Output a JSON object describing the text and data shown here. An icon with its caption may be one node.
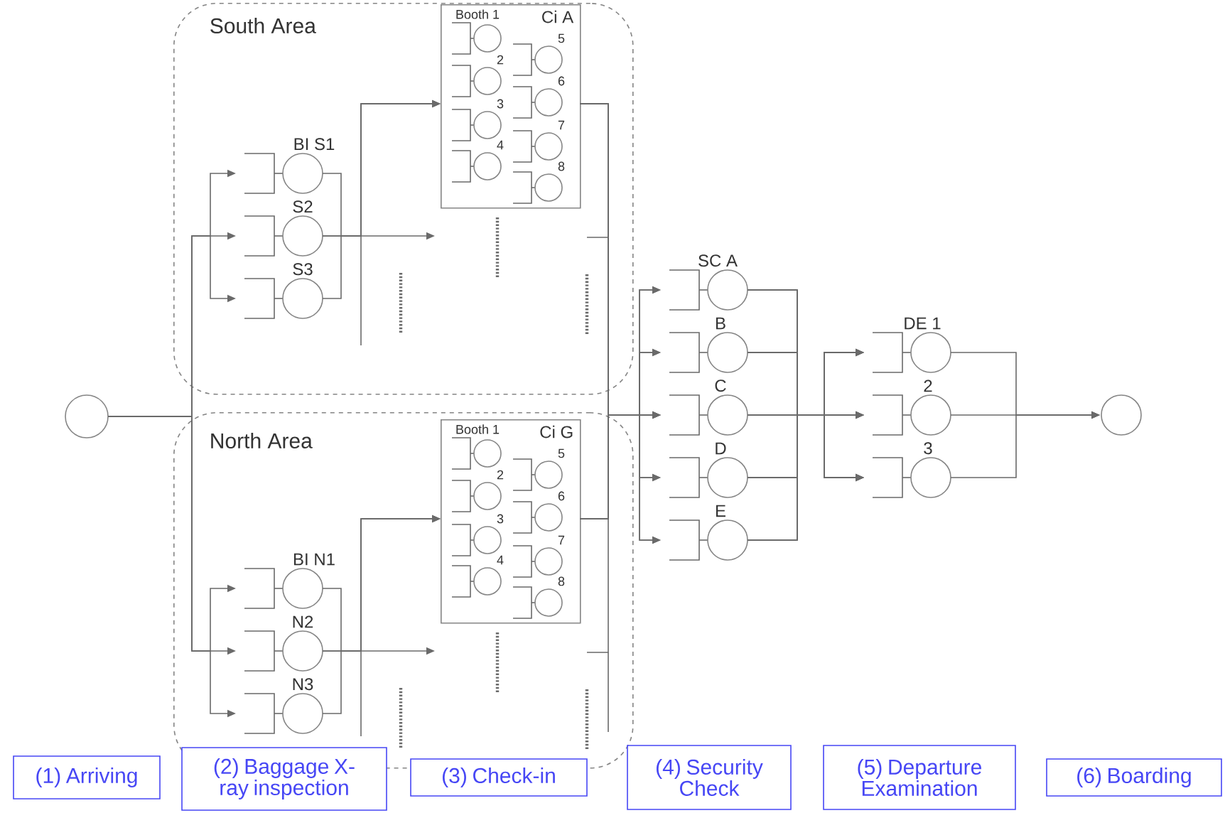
{
  "diagram": {
    "nodes": [
      {
        "text": [],
        "shape": "circle"
      },
      {
        "text": [
          "South Area"
        ]
      },
      {
        "text": [
          "BI S1"
        ],
        "in": 1
      },
      {
        "text": [
          "S2"
        ],
        "in": 1
      },
      {
        "text": [
          "S3"
        ],
        "in": 1
      },
      {
        "text": [
          "Ci A"
        ],
        "in": 1
      },
      {
        "text": [
          "Booth 1"
        ],
        "in": 5
      },
      {
        "text": [
          "2"
        ],
        "in": 5
      },
      {
        "text": [
          "3"
        ],
        "in": 5
      },
      {
        "text": [
          "4"
        ],
        "in": 5
      },
      {
        "text": [
          "5"
        ],
        "in": 5
      },
      {
        "text": [
          "6"
        ],
        "in": 5
      },
      {
        "text": [
          "7"
        ],
        "in": 5
      },
      {
        "text": [
          "8"
        ],
        "in": 5
      },
      {
        "text": [
          "North Area"
        ]
      },
      {
        "text": [
          "BI N1"
        ],
        "in": 14
      },
      {
        "text": [
          "N2"
        ],
        "in": 14
      },
      {
        "text": [
          "N3"
        ],
        "in": 14
      },
      {
        "text": [
          "Ci G"
        ],
        "in": 14
      },
      {
        "text": [
          "Booth 1"
        ],
        "in": 18
      },
      {
        "text": [
          "2"
        ],
        "in": 18
      },
      {
        "text": [
          "3"
        ],
        "in": 18
      },
      {
        "text": [
          "4"
        ],
        "in": 18
      },
      {
        "text": [
          "5"
        ],
        "in": 18
      },
      {
        "text": [
          "6"
        ],
        "in": 18
      },
      {
        "text": [
          "7"
        ],
        "in": 18
      },
      {
        "text": [
          "8"
        ],
        "in": 18
      },
      {
        "text": [
          "SC A"
        ]
      },
      {
        "text": [
          "B"
        ]
      },
      {
        "text": [
          "C"
        ]
      },
      {
        "text": [
          "D"
        ]
      },
      {
        "text": [
          "E"
        ]
      },
      {
        "text": [
          "DE 1"
        ]
      },
      {
        "text": [
          "2"
        ]
      },
      {
        "text": [
          "3"
        ]
      },
      {
        "text": [],
        "shape": "circle"
      },
      {
        "text": [
          "(1) Arriving"
        ]
      },
      {
        "text": [
          "(2) Baggage X-ray inspection"
        ]
      },
      {
        "text": [
          "(3) Check-in"
        ]
      },
      {
        "text": [
          "(4) Security Check"
        ]
      },
      {
        "text": [
          "(5) Departure Examination"
        ]
      },
      {
        "text": [
          "(6) Boarding"
        ]
      }
    ],
    "edges": [
      {
        "from": 0,
        "to": 2,
        "arrow": "to"
      },
      {
        "from": 0,
        "to": 3,
        "arrow": "to"
      },
      {
        "from": 0,
        "to": 4,
        "arrow": "to"
      },
      {
        "from": 0,
        "to": 15,
        "arrow": "to"
      },
      {
        "from": 0,
        "to": 16,
        "arrow": "to"
      },
      {
        "from": 0,
        "to": 17,
        "arrow": "to"
      },
      {
        "from": 2,
        "to": 5,
        "arrow": "to"
      },
      {
        "from": 3,
        "to": 5,
        "arrow": "to"
      },
      {
        "from": 4,
        "to": 5,
        "arrow": "to"
      },
      {
        "from": 3,
        "to": null,
        "arrow": "to"
      },
      {
        "from": 15,
        "to": 18,
        "arrow": "to"
      },
      {
        "from": 16,
        "to": 18,
        "arrow": "to"
      },
      {
        "from": 17,
        "to": 18,
        "arrow": "to"
      },
      {
        "from": 16,
        "to": null,
        "arrow": "to"
      },
      {
        "from": 5,
        "to": 27,
        "arrow": "to"
      },
      {
        "from": 5,
        "to": 28,
        "arrow": "to"
      },
      {
        "from": 5,
        "to": 29,
        "arrow": "to"
      },
      {
        "from": 5,
        "to": 30,
        "arrow": "to"
      },
      {
        "from": 5,
        "to": 31,
        "arrow": "to"
      },
      {
        "from": 18,
        "to": 27,
        "arrow": "to"
      },
      {
        "from": 18,
        "to": 28,
        "arrow": "to"
      },
      {
        "from": 18,
        "to": 29,
        "arrow": "to"
      },
      {
        "from": 18,
        "to": 30,
        "arrow": "to"
      },
      {
        "from": 18,
        "to": 31,
        "arrow": "to"
      },
      {
        "from": null,
        "to": 29,
        "arrow": "to"
      },
      {
        "from": null,
        "to": 29,
        "arrow": "to"
      },
      {
        "from": 27,
        "to": 32,
        "arrow": "to"
      },
      {
        "from": 27,
        "to": 33,
        "arrow": "to"
      },
      {
        "from": 27,
        "to": 34,
        "arrow": "to"
      },
      {
        "from": 28,
        "to": 32,
        "arrow": "to"
      },
      {
        "from": 28,
        "to": 33,
        "arrow": "to"
      },
      {
        "from": 28,
        "to": 34,
        "arrow": "to"
      },
      {
        "from": 29,
        "to": 32,
        "arrow": "to"
      },
      {
        "from": 29,
        "to": 33,
        "arrow": "to"
      },
      {
        "from": 29,
        "to": 34,
        "arrow": "to"
      },
      {
        "from": 30,
        "to": 32,
        "arrow": "to"
      },
      {
        "from": 30,
        "to": 33,
        "arrow": "to"
      },
      {
        "from": 30,
        "to": 34,
        "arrow": "to"
      },
      {
        "from": 31,
        "to": 32,
        "arrow": "to"
      },
      {
        "from": 31,
        "to": 33,
        "arrow": "to"
      },
      {
        "from": 31,
        "to": 34,
        "arrow": "to"
      },
      {
        "from": 32,
        "to": 35,
        "arrow": "to"
      },
      {
        "from": 33,
        "to": 35,
        "arrow": "to"
      },
      {
        "from": 34,
        "to": 35,
        "arrow": "to"
      }
    ]
  }
}
